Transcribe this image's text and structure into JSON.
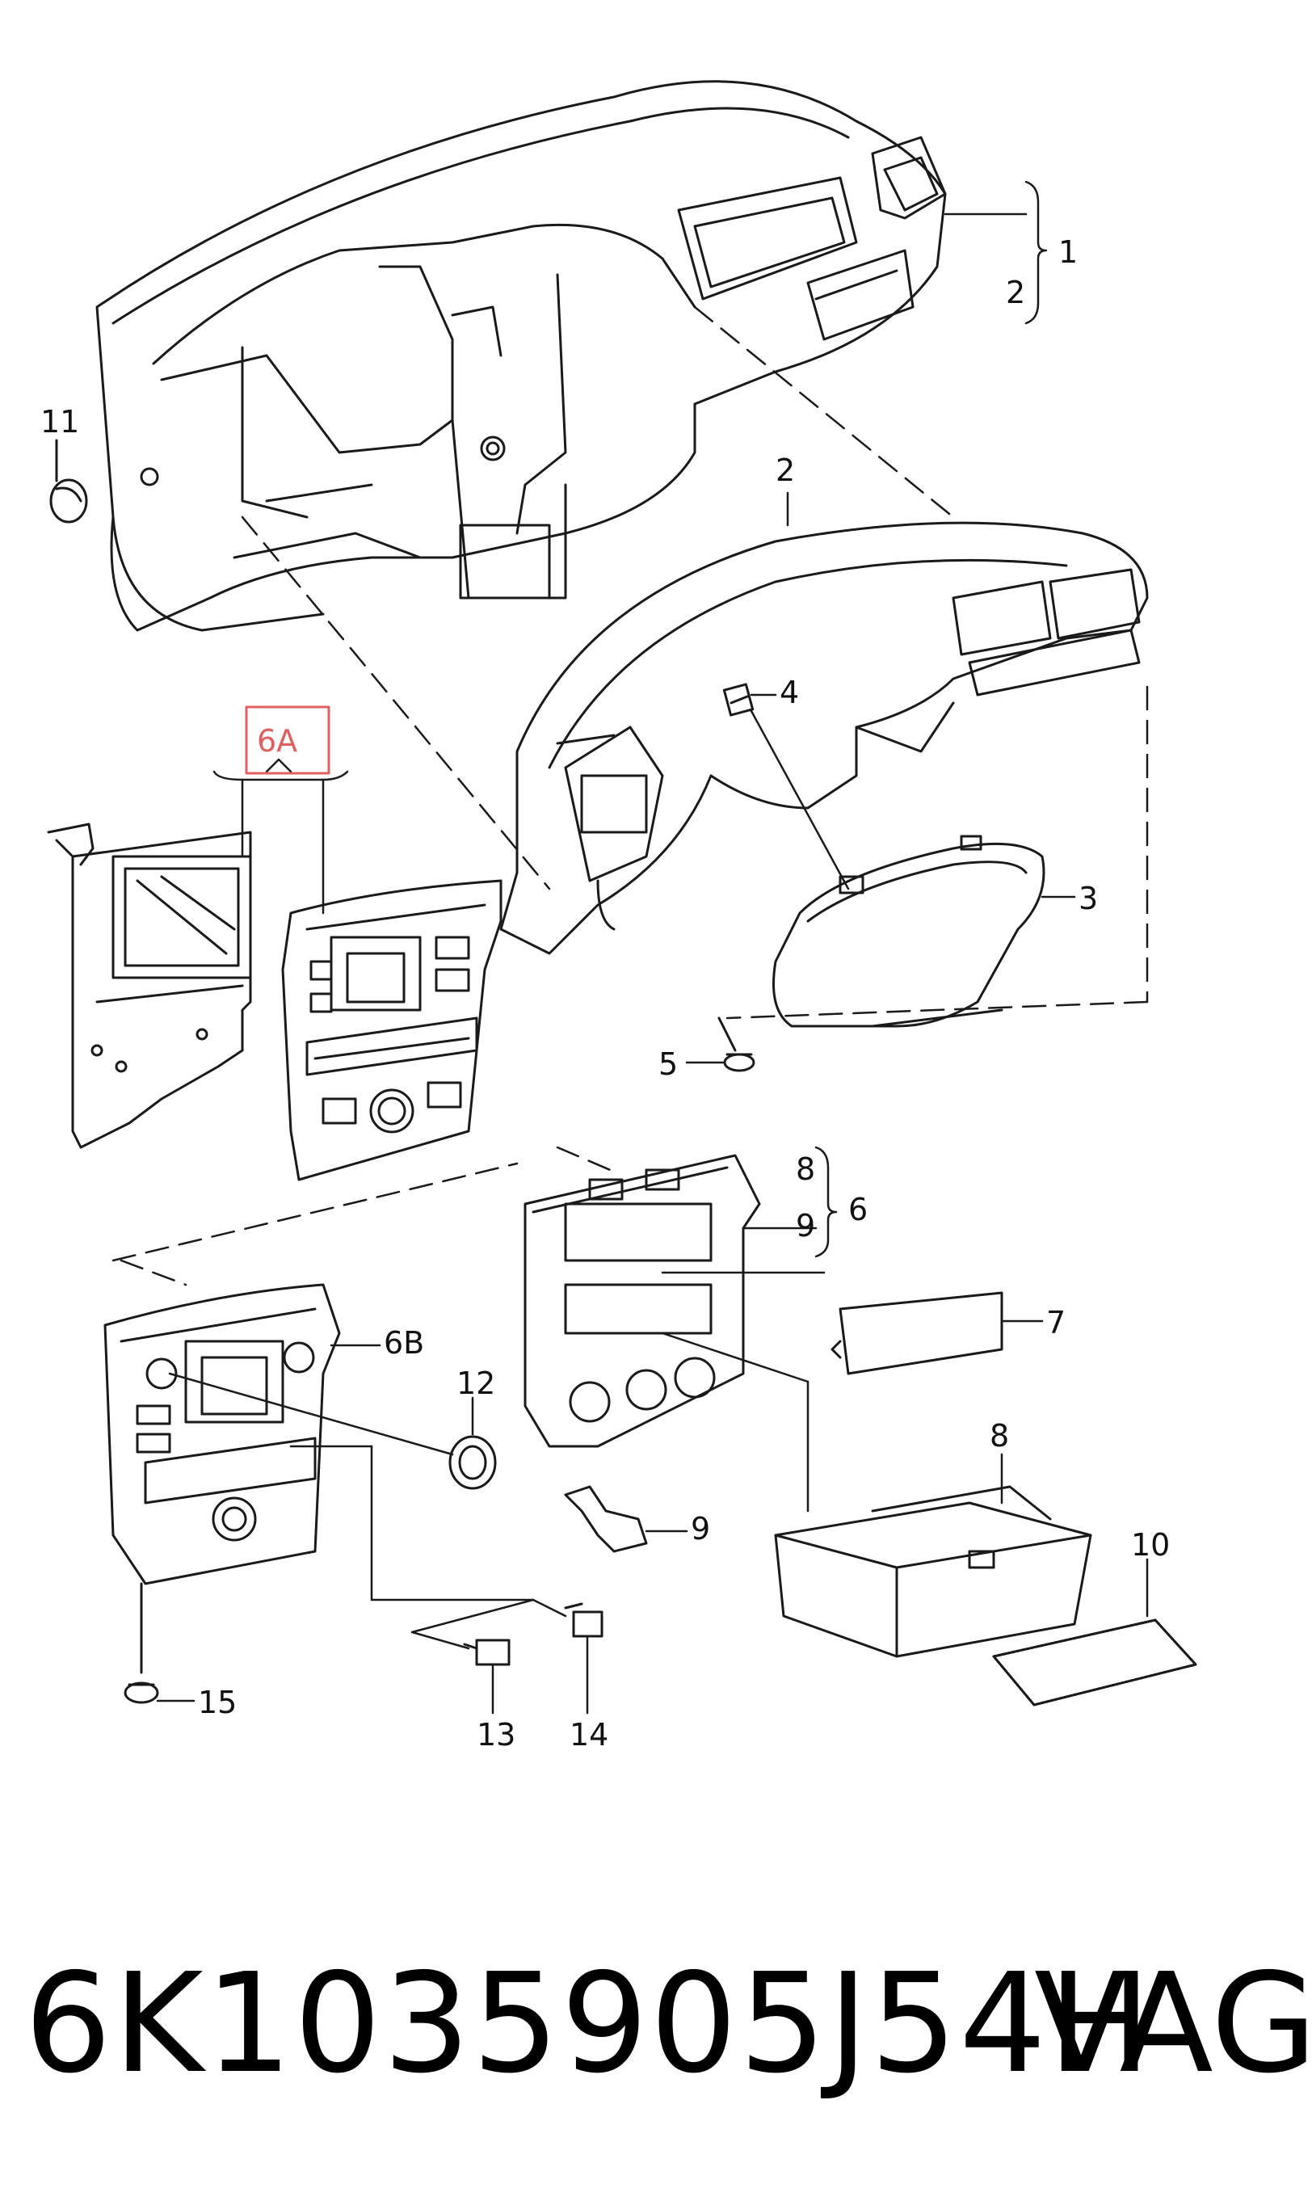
{
  "callouts": {
    "c1": "1",
    "c2_brace": "2",
    "c2": "2",
    "c3": "3",
    "c4": "4",
    "c5": "5",
    "c6": "6",
    "c6a": "6A",
    "c6b": "6B",
    "c7": "7",
    "c8_brace": "8",
    "c8": "8",
    "c9_brace": "9",
    "c9": "9",
    "c10": "10",
    "c11": "11",
    "c12": "12",
    "c13": "13",
    "c14": "14",
    "c15": "15"
  },
  "footer": {
    "part_number": "6K1035905J54H",
    "brand": "VAG"
  },
  "colors": {
    "line": "#1a1a1a",
    "highlight_box": "#e06060",
    "background": "#ffffff"
  }
}
